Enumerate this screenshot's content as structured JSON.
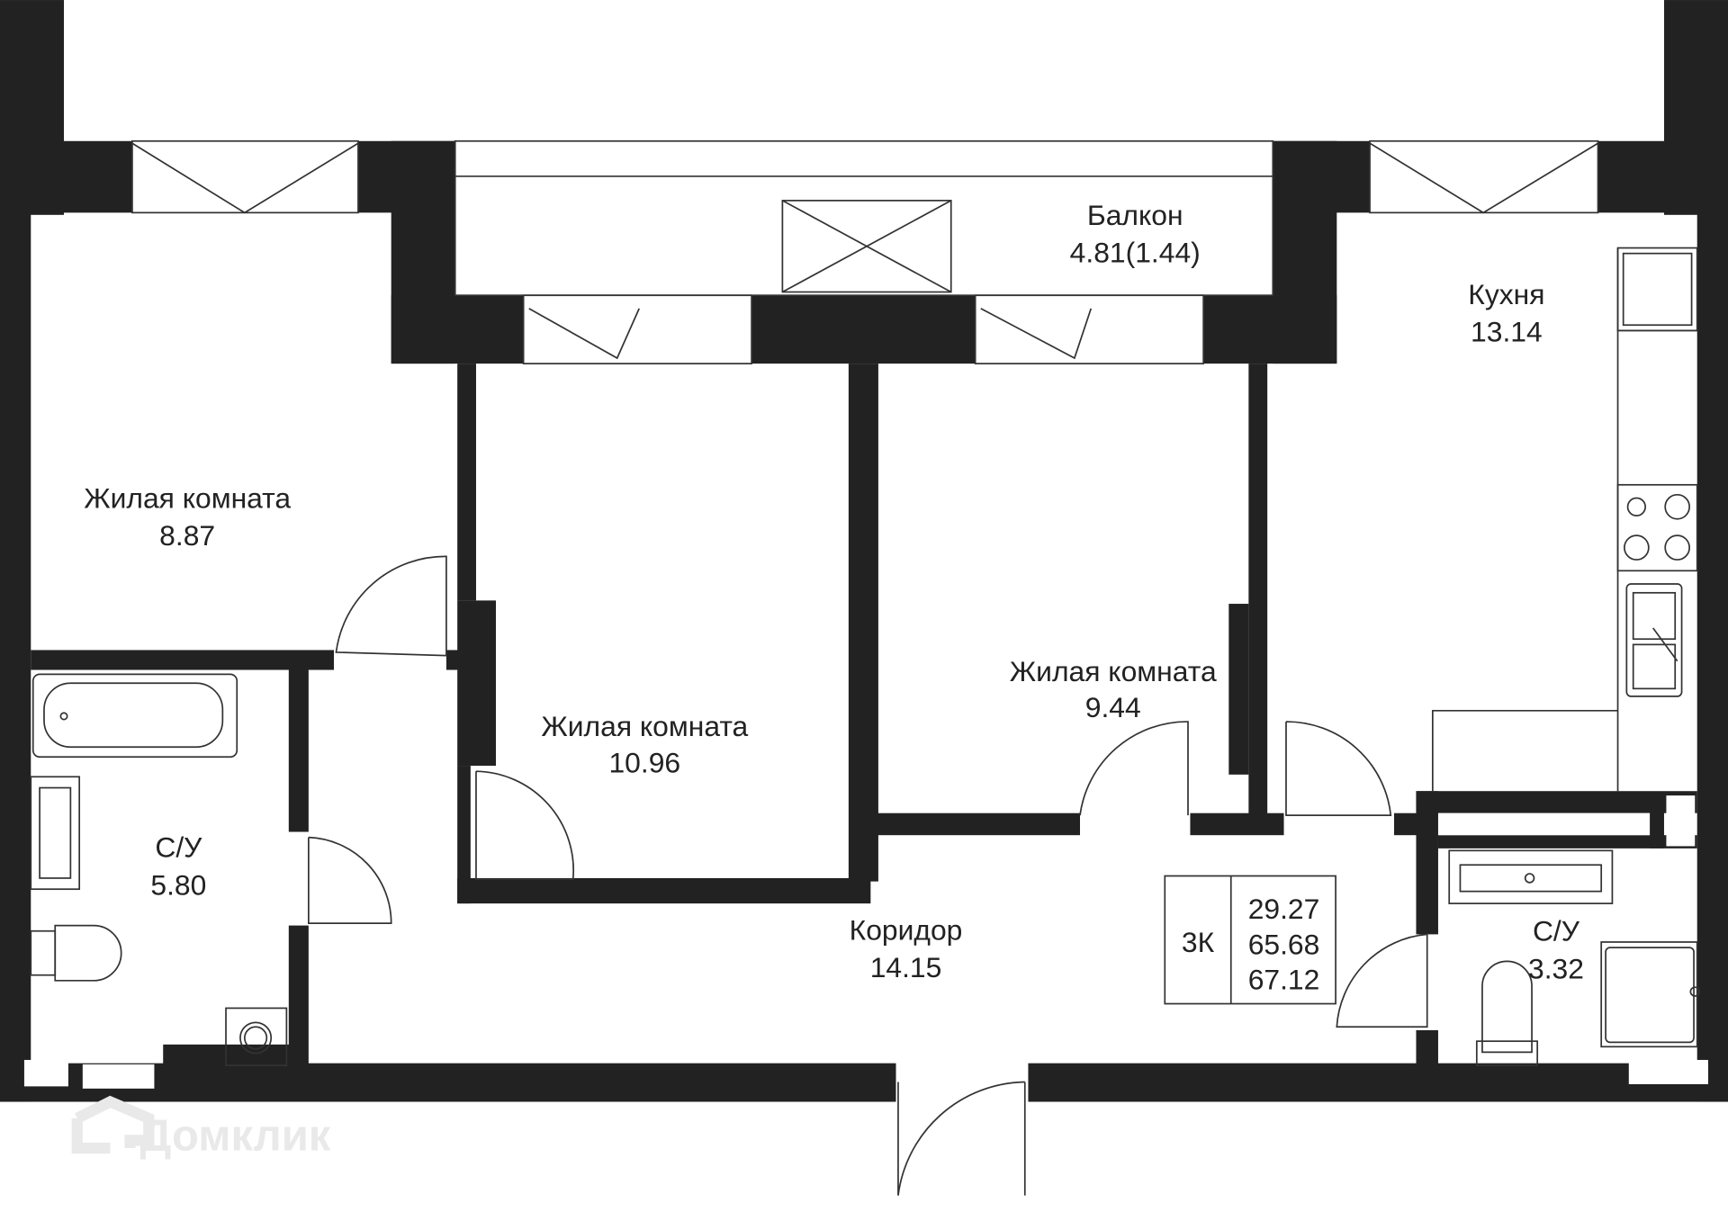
{
  "rooms": {
    "bedroom1": {
      "name": "Жилая комната",
      "area": "8.87"
    },
    "bedroom2": {
      "name": "Жилая комната",
      "area": "10.96"
    },
    "bedroom3": {
      "name": "Жилая комната",
      "area": "9.44"
    },
    "balcony": {
      "name": "Балкон",
      "area": "4.81(1.44)"
    },
    "kitchen": {
      "name": "Кухня",
      "area": "13.14"
    },
    "bathroom1": {
      "name": "С/У",
      "area": "5.80"
    },
    "bathroom2": {
      "name": "С/У",
      "area": "3.32"
    },
    "corridor": {
      "name": "Коридор",
      "area": "14.15"
    }
  },
  "summary": {
    "type": "3К",
    "living_area": "29.27",
    "total_area": "65.68",
    "total_with_balcony": "67.12"
  },
  "watermark": "Домклик",
  "colors": {
    "wall": "#222222",
    "line": "#333333"
  }
}
